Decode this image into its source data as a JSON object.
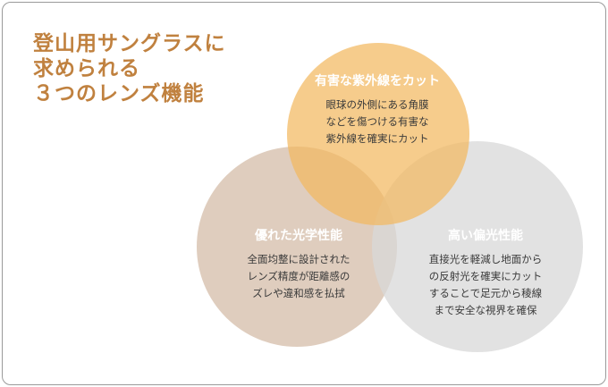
{
  "title": {
    "line1": "登山用サングラスに",
    "line2": "求められる",
    "line3": "３つのレンズ機能"
  },
  "circles": [
    {
      "heading": "有害な紫外線をカット",
      "body": "眼球の外側にある角膜\nなどを傷つける有害な\n紫外線を確実にカット",
      "color": "#f5c97a"
    },
    {
      "heading": "優れた光学性能",
      "body": "全面均整に設計された\nレンズ精度が距離感の\nズレや違和感を払拭",
      "color": "#d9c4b3"
    },
    {
      "heading": "高い偏光性能",
      "body": "直接光を軽減し地面から\nの反射光を確実にカット\nすることで足元から稜線\nまで安全な視界を確保",
      "color": "#dcdcdc"
    }
  ],
  "colors": {
    "title": "#c0813f",
    "frame_border": "#9a9a9a"
  }
}
